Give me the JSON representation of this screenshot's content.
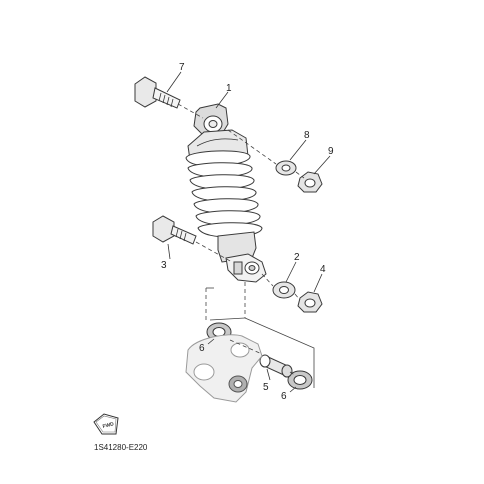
{
  "callouts": {
    "c1": "1",
    "c2": "2",
    "c3": "3",
    "c4": "4",
    "c5": "5",
    "c6a": "6",
    "c6b": "6",
    "c7": "7",
    "c8": "8",
    "c9": "9"
  },
  "diagram_code": "1S41280-E220",
  "fwd_label": "FWD",
  "icon": "forward-arrow-icon"
}
